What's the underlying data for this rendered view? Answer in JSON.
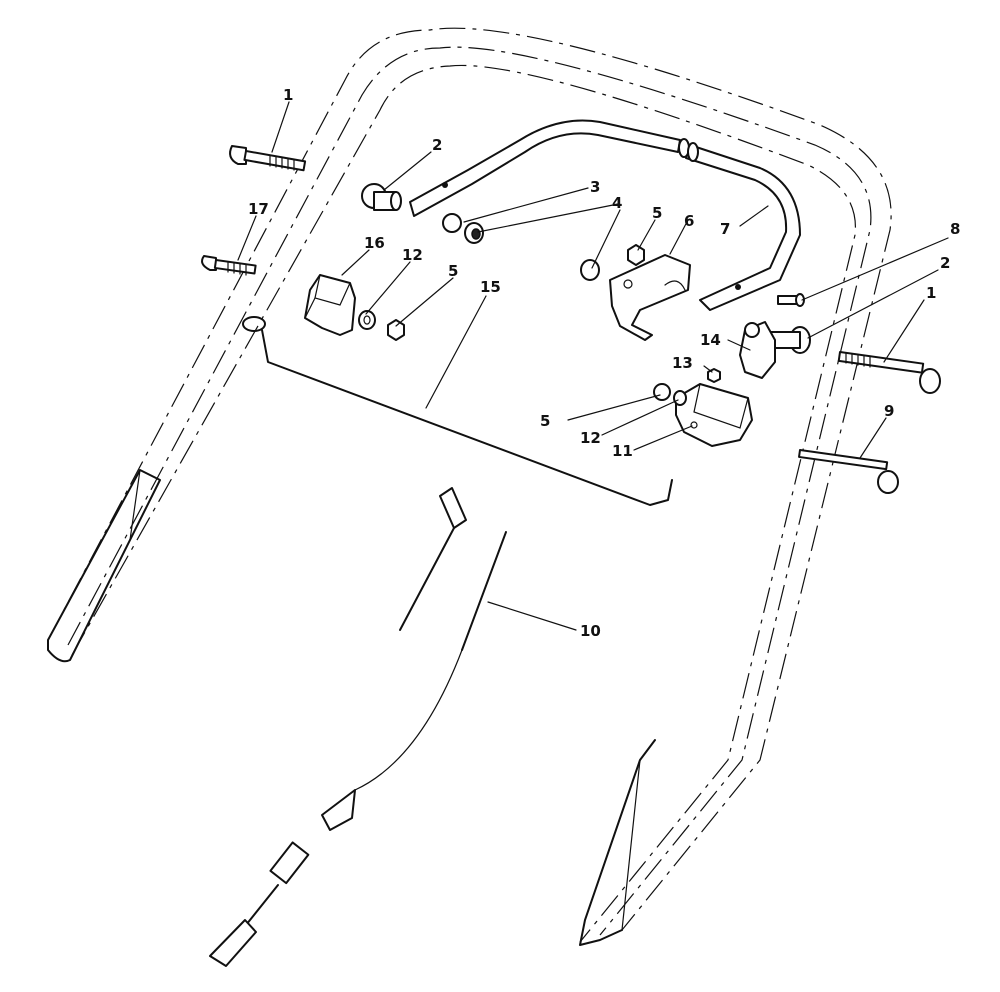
{
  "labels": {
    "l1a": "1",
    "l1b": "1",
    "l2a": "2",
    "l2b": "2",
    "l3": "3",
    "l4": "4",
    "l5a": "5",
    "l5b": "5",
    "l5c": "5",
    "l6": "6",
    "l7": "7",
    "l8": "8",
    "l9": "9",
    "l10": "10",
    "l11": "11",
    "l12a": "12",
    "l12b": "12",
    "l13": "13",
    "l14": "14",
    "l15": "15",
    "l16": "16",
    "l17": "17"
  }
}
